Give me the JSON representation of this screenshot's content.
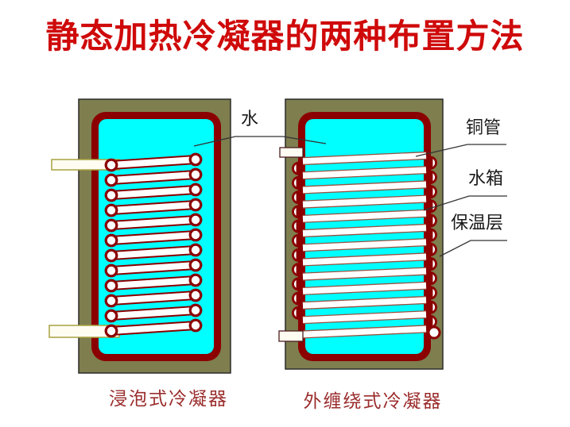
{
  "title": "静态加热冷凝器的两种布置方法",
  "annotations": {
    "water": "水",
    "copper_tube": "铜管",
    "water_tank": "水箱",
    "insulation_layer": "保温层"
  },
  "captions": {
    "left_condenser": "浸泡式冷凝器",
    "right_condenser": "外缠绕式冷凝器"
  },
  "diagram": {
    "left_coil_turns": 12,
    "right_wrap_turns": 13,
    "colors": {
      "title_red": "#cf0a0a",
      "caption_red": "#9b2d2d",
      "label_text": "#1a1a1a",
      "insulation_olive": "#7e7e4f",
      "tank_wall_red": "#8b0000",
      "water_cyan": "#00ffff",
      "tube_white": "#ffffff",
      "wrap_edge": "#9a5040",
      "pipe_fill": "#fffdf2",
      "pipe_edge_left": "#a8a23f",
      "pipe_edge_right": "#4a1f1f",
      "outline_dark": "#2b2b2b",
      "leader_line": "#333333"
    }
  }
}
